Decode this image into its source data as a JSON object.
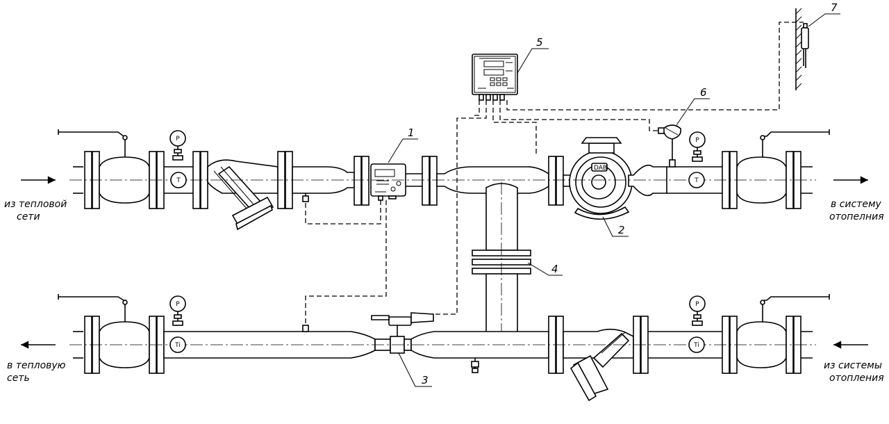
{
  "labels": {
    "in_from_network_1": "из тепловой",
    "in_from_network_2": "сети",
    "out_to_system_1": "в систему",
    "out_to_system_2": "отопелния",
    "out_to_network_1": "в тепловую",
    "out_to_network_2": "сеть",
    "in_from_system_1": "из системы",
    "in_from_system_2": "отопления"
  },
  "callouts": [
    "1",
    "2",
    "3",
    "4",
    "5",
    "6",
    "7"
  ],
  "gauge_letters": {
    "pressure": "P",
    "temperature": "T",
    "temperature_ti": "Ti"
  },
  "pump_brand": "DAB"
}
